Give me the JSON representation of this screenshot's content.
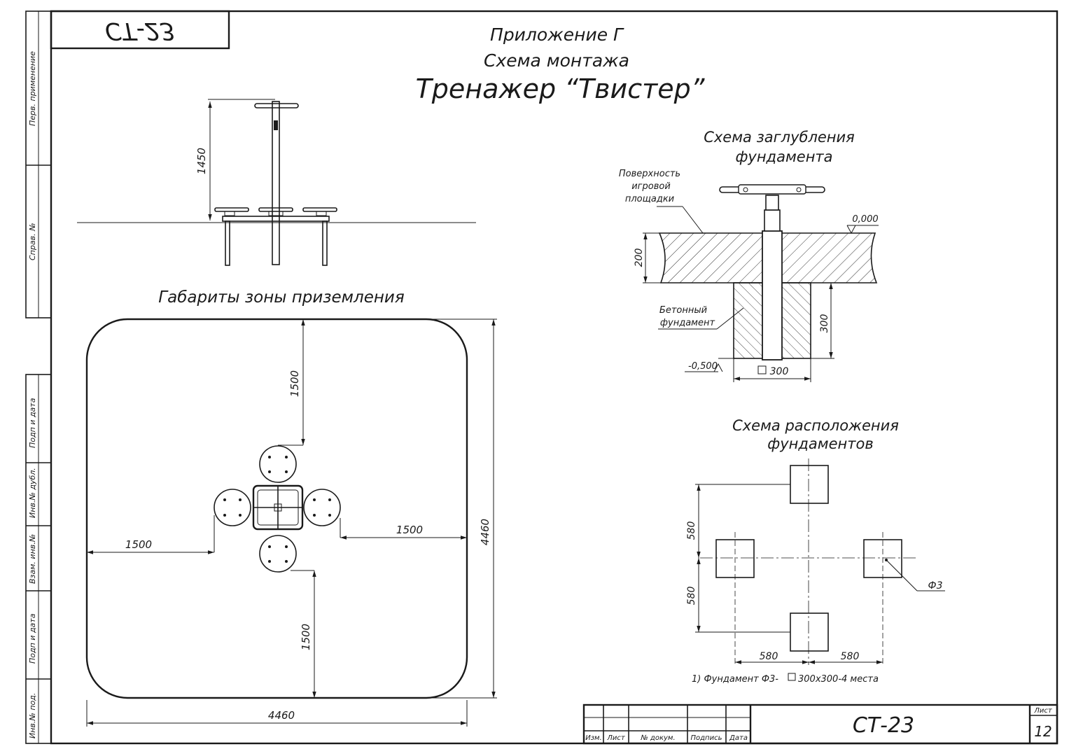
{
  "sheet": {
    "doc_code_mirrored": "СТ-23",
    "appendix": "Приложение Г",
    "subtitle": "Схема монтажа",
    "title": "Тренажер “Твистер”"
  },
  "side_margin": {
    "labels": [
      "Перв. применение",
      "Справ. №",
      "Подп и дата",
      "Инв.№ дубл.",
      "Взам. инв.№",
      "Подп и дата",
      "Инв.№ под."
    ]
  },
  "elevation": {
    "height_dim": "1450"
  },
  "landing_zone": {
    "heading": "Габариты зоны приземления",
    "dim_top": "1500",
    "dim_bottom": "1500",
    "dim_left": "1500",
    "dim_right": "1500",
    "dim_width": "4460",
    "dim_height": "4460"
  },
  "foundation_depth": {
    "heading_line1": "Схема заглубления",
    "heading_line2": "фундамента",
    "surface_label_line1": "Поверхность",
    "surface_label_line2": "игровой",
    "surface_label_line3": "площадки",
    "level_top": "0,000",
    "level_bottom": "-0,500",
    "dim_200": "200",
    "dim_300": "300",
    "dim_square": "300",
    "concrete_label_line1": "Бетонный",
    "concrete_label_line2": "фундамент"
  },
  "foundation_layout": {
    "heading_line1": "Схема расположения",
    "heading_line2": "фундаментов",
    "dim_v_top": "580",
    "dim_v_bottom": "580",
    "dim_h_left": "580",
    "dim_h_right": "580",
    "callout": "Ф3",
    "note_prefix": "1) Фундамент Ф3-",
    "note_suffix": "300х300-4 места"
  },
  "title_block": {
    "col_izm": "Изм.",
    "col_list": "Лист",
    "col_doc": "№ докум.",
    "col_sign": "Подпись",
    "col_date": "Дата",
    "code": "СТ-23",
    "sheet_label": "Лист",
    "sheet_number": "12"
  }
}
